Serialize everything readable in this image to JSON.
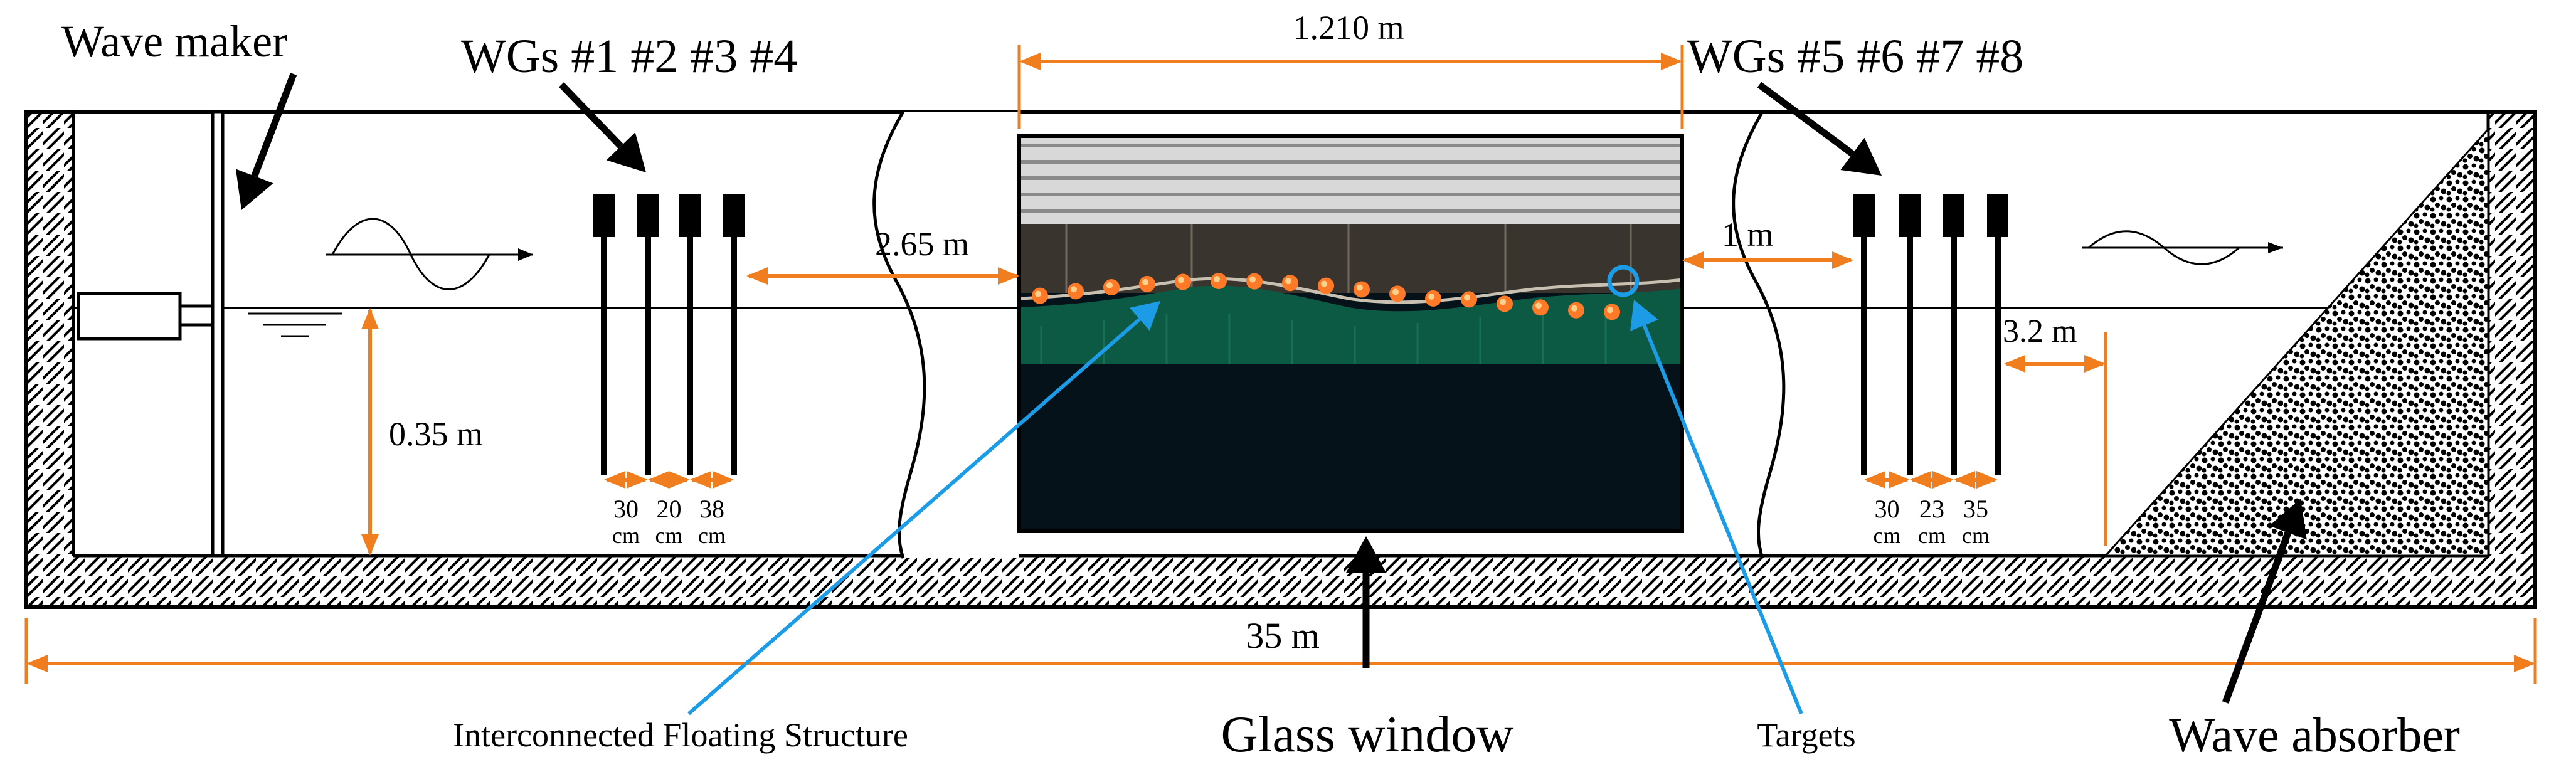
{
  "labels": {
    "wave_maker": "Wave maker",
    "wgs_left": "WGs #1 #2 #3 #4",
    "wgs_right": "WGs #5 #6 #7 #8",
    "window_width": "1.210 m",
    "gap_left": "2.65 m",
    "gap_right": "1 m",
    "absorber_gap": "3.2 m",
    "water_depth": "0.35 m",
    "total_length": "35 m",
    "structure": "Interconnected Floating Structure",
    "glass_window": "Glass window",
    "targets": "Targets",
    "wave_absorber": "Wave absorber"
  },
  "spacing_left": [
    {
      "value": "30",
      "unit": "cm"
    },
    {
      "value": "20",
      "unit": "cm"
    },
    {
      "value": "38",
      "unit": "cm"
    }
  ],
  "spacing_right": [
    {
      "value": "30",
      "unit": "cm"
    },
    {
      "value": "23",
      "unit": "cm"
    },
    {
      "value": "35",
      "unit": "cm"
    }
  ],
  "colors": {
    "dimension": "#f07d1e",
    "pointer": "#1c9be6",
    "outline": "#000000",
    "water": "#0d5a44",
    "deep_water": "#05121a",
    "float": "#ff7a28",
    "sky": "#3a342e"
  }
}
